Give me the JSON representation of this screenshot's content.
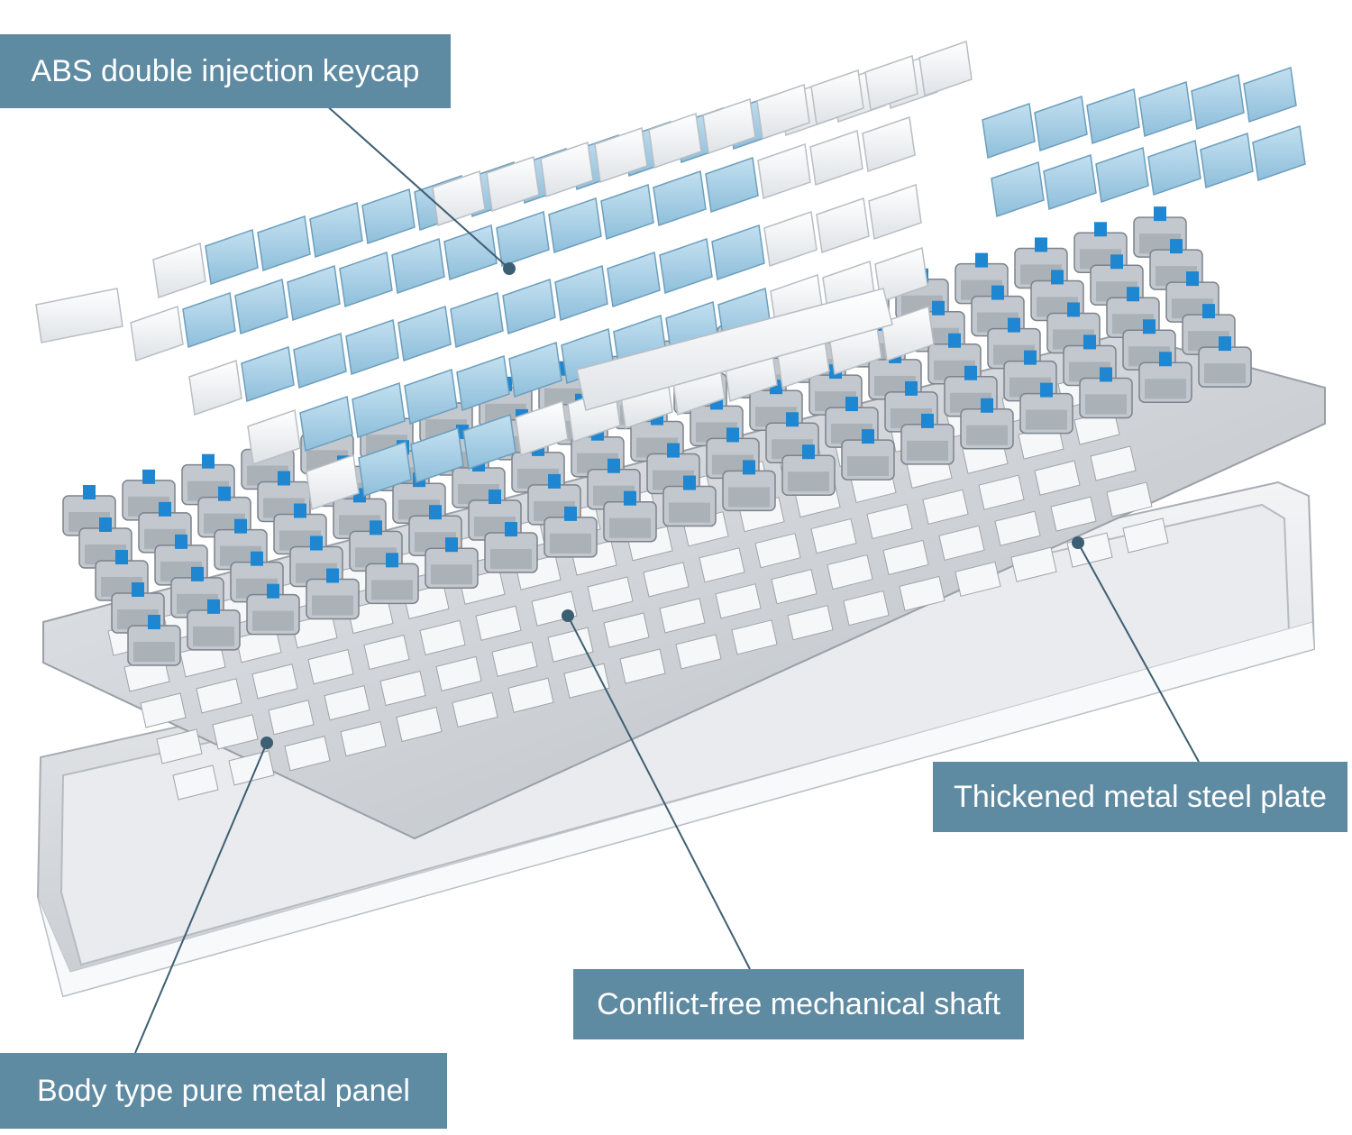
{
  "callouts": {
    "keycap": "ABS double injection keycap",
    "plate": "Thickened metal steel plate",
    "shaft": "Conflict-free mechanical shaft",
    "panel": "Body type pure metal panel"
  },
  "colors": {
    "callout_bg": "#5e8aa2",
    "callout_text": "#ffffff",
    "keycap_blue": "#a9d0e6",
    "keycap_white": "#f4f6f8",
    "switch_stem": "#1f86d1",
    "plate_metal": "#d7dbe0"
  }
}
